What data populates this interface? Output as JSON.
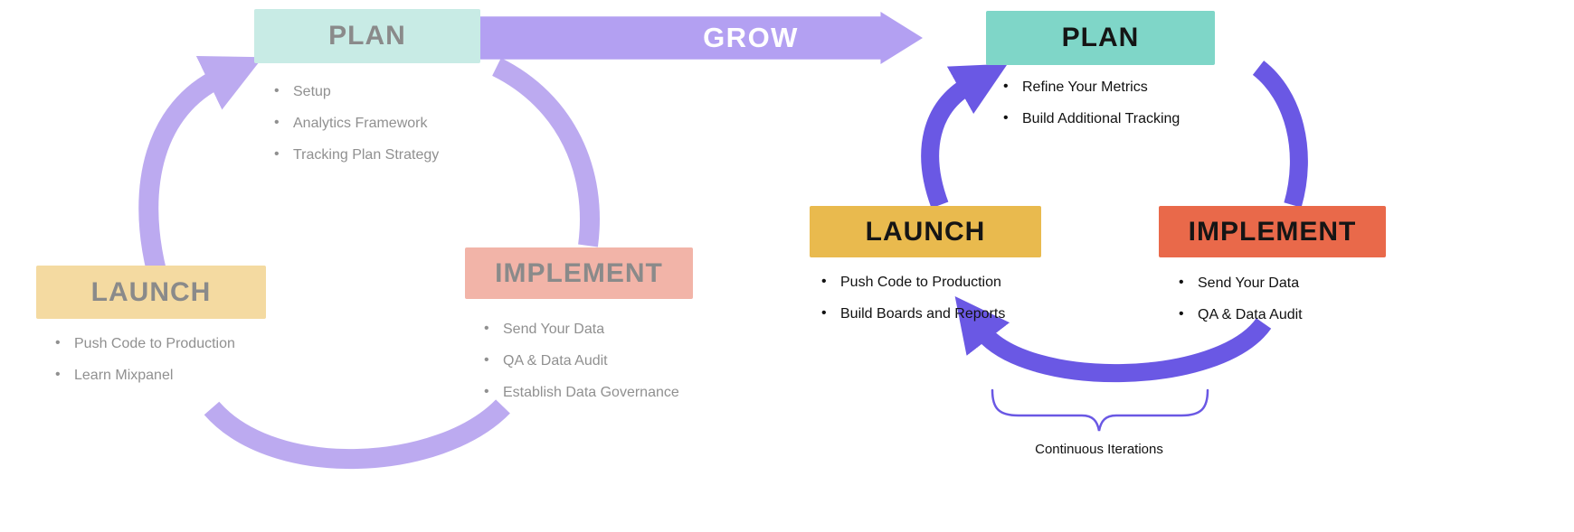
{
  "colors": {
    "left_plan_bg": "#c8ebe5",
    "left_implement_bg": "#f2b4a8",
    "left_launch_bg": "#f4daa1",
    "left_text": "#8a8a8a",
    "left_arrow": "#bcaaf0",
    "grow_bg": "#b3a0f2",
    "right_plan_bg": "#7fd6c8",
    "right_launch_bg": "#e9ba4e",
    "right_implement_bg": "#e9694a",
    "right_arrow": "#6a58e4",
    "right_text": "#111111"
  },
  "grow_banner": {
    "label": "GROW"
  },
  "left_cycle": {
    "plan": {
      "label": "PLAN",
      "items": [
        "Setup",
        "Analytics Framework",
        "Tracking Plan Strategy"
      ]
    },
    "implement": {
      "label": "IMPLEMENT",
      "items": [
        "Send Your Data",
        "QA & Data Audit",
        "Establish Data Governance"
      ]
    },
    "launch": {
      "label": "LAUNCH",
      "items": [
        "Push Code to Production",
        "Learn Mixpanel"
      ]
    }
  },
  "right_cycle": {
    "plan": {
      "label": "PLAN",
      "items": [
        "Refine Your Metrics",
        "Build Additional Tracking"
      ]
    },
    "launch": {
      "label": "LAUNCH",
      "items": [
        "Push Code to Production",
        "Build Boards and Reports"
      ]
    },
    "implement": {
      "label": "IMPLEMENT",
      "items": [
        "Send Your Data",
        "QA & Data Audit"
      ]
    },
    "caption": "Continuous Iterations"
  }
}
